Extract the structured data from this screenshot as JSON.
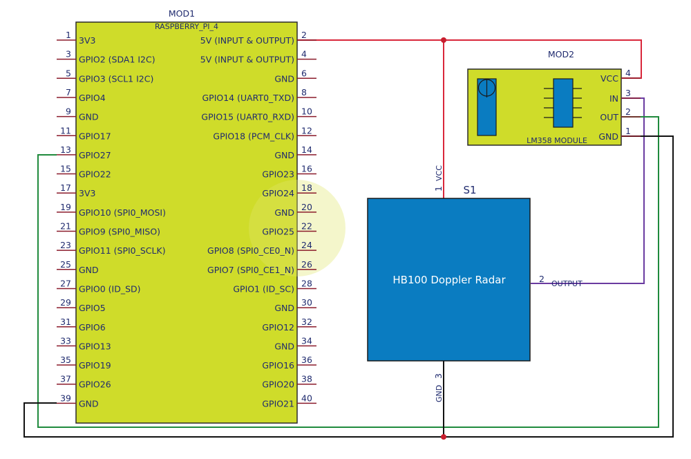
{
  "colors": {
    "module_fill": "#cfdc2a",
    "radar_fill": "#0a7cc1",
    "text": "#1f2a6e",
    "pin_line": "#8a1a2a",
    "wire_vcc": "#d9263a",
    "wire_gnd": "#111111",
    "wire_in": "#6a3aa0",
    "wire_out": "#1f8a3c",
    "junction": "#c81e2e"
  },
  "mod1": {
    "ref": "MOD1",
    "part": "RASPBERRY_PI_4",
    "left_pins": [
      {
        "num": "1",
        "name": "3V3"
      },
      {
        "num": "3",
        "name": "GPIO2 (SDA1 I2C)"
      },
      {
        "num": "5",
        "name": "GPIO3 (SCL1 I2C)"
      },
      {
        "num": "7",
        "name": "GPIO4"
      },
      {
        "num": "9",
        "name": "GND"
      },
      {
        "num": "11",
        "name": "GPIO17"
      },
      {
        "num": "13",
        "name": "GPIO27"
      },
      {
        "num": "15",
        "name": "GPIO22"
      },
      {
        "num": "17",
        "name": "3V3"
      },
      {
        "num": "19",
        "name": "GPIO10 (SPI0_MOSI)"
      },
      {
        "num": "21",
        "name": "GPIO9 (SPI0_MISO)"
      },
      {
        "num": "23",
        "name": "GPIO11 (SPI0_SCLK)"
      },
      {
        "num": "25",
        "name": "GND"
      },
      {
        "num": "27",
        "name": "GPIO0 (ID_SD)"
      },
      {
        "num": "29",
        "name": "GPIO5"
      },
      {
        "num": "31",
        "name": "GPIO6"
      },
      {
        "num": "33",
        "name": "GPIO13"
      },
      {
        "num": "35",
        "name": "GPIO19"
      },
      {
        "num": "37",
        "name": "GPIO26"
      },
      {
        "num": "39",
        "name": "GND"
      }
    ],
    "right_pins": [
      {
        "num": "2",
        "name": "5V (INPUT & OUTPUT)"
      },
      {
        "num": "4",
        "name": "5V (INPUT & OUTPUT)"
      },
      {
        "num": "6",
        "name": "GND"
      },
      {
        "num": "8",
        "name": "GPIO14 (UART0_TXD)"
      },
      {
        "num": "10",
        "name": "GPIO15 (UART0_RXD)"
      },
      {
        "num": "12",
        "name": "GPIO18 (PCM_CLK)"
      },
      {
        "num": "14",
        "name": "GND"
      },
      {
        "num": "16",
        "name": "GPIO23"
      },
      {
        "num": "18",
        "name": "GPIO24"
      },
      {
        "num": "20",
        "name": "GND"
      },
      {
        "num": "22",
        "name": "GPIO25"
      },
      {
        "num": "24",
        "name": "GPIO8 (SPI0_CE0_N)"
      },
      {
        "num": "26",
        "name": "GPIO7 (SPI0_CE1_N)"
      },
      {
        "num": "28",
        "name": "GPIO1 (ID_SC)"
      },
      {
        "num": "30",
        "name": "GND"
      },
      {
        "num": "32",
        "name": "GPIO12"
      },
      {
        "num": "34",
        "name": "GND"
      },
      {
        "num": "36",
        "name": "GPIO16"
      },
      {
        "num": "38",
        "name": "GPIO20"
      },
      {
        "num": "40",
        "name": "GPIO21"
      }
    ]
  },
  "mod2": {
    "ref": "MOD2",
    "part": "LM358 MODULE",
    "pins": [
      {
        "num": "4",
        "name": "VCC"
      },
      {
        "num": "3",
        "name": "IN"
      },
      {
        "num": "2",
        "name": "OUT"
      },
      {
        "num": "1",
        "name": "GND"
      }
    ]
  },
  "s1": {
    "ref": "S1",
    "part": "HB100 Doppler Radar",
    "pins": [
      {
        "num": "1",
        "name": "VCC"
      },
      {
        "num": "2",
        "name": "OUTPUT"
      },
      {
        "num": "3",
        "name": "GND"
      }
    ]
  }
}
